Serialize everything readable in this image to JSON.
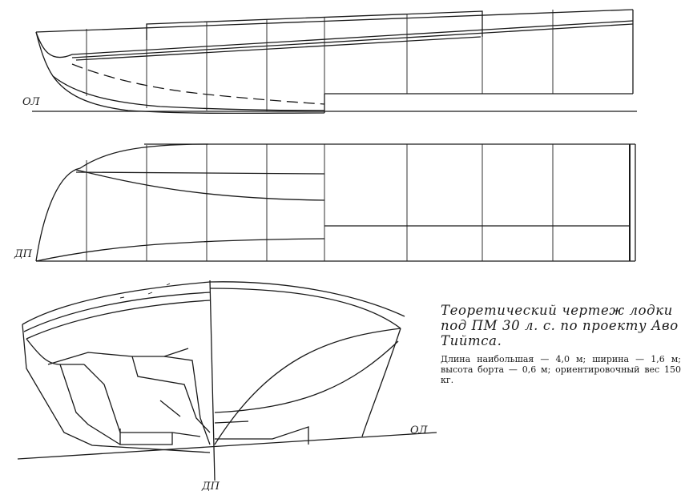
{
  "labels": {
    "waterline_top": "ОЛ",
    "centerline_plan": "ДП",
    "waterline_body": "ОЛ",
    "centerline_body": "ДП"
  },
  "caption": {
    "title": "Теоретический чертеж лодки под ПМ 30 л. с. по проекту Аво Тийтса.",
    "text": "Длина наибольшая — 4,0 м; ширина — 1,6 м; высота борта — 0,6 м; ориентировочный вес 150 кг."
  }
}
